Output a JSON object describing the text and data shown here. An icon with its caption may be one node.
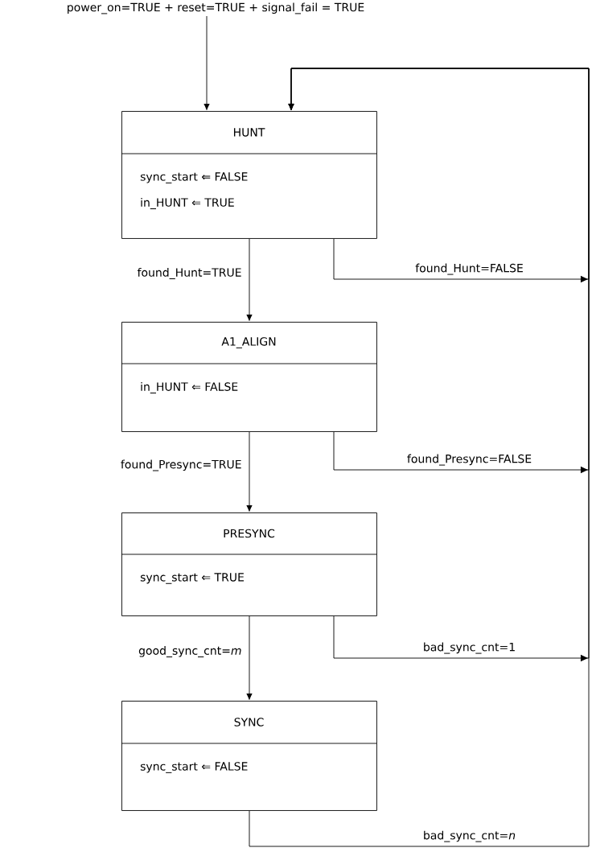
{
  "diagram": {
    "nodes": [
      {
        "text": [
          "HUNT",
          "sync_start ⇐ FALSE",
          "in_HUNT ⇐ TRUE"
        ]
      },
      {
        "text": [
          "A1_ALIGN",
          "in_HUNT ⇐ FALSE"
        ]
      },
      {
        "text": [
          "PRESYNC",
          "sync_start ⇐ TRUE"
        ]
      },
      {
        "text": [
          "SYNC",
          "sync_start ⇐ FALSE"
        ]
      }
    ],
    "edges": [
      {
        "from": null,
        "to": 0,
        "arrow": "to",
        "label": "power_on=TRUE + reset=TRUE + signal_fail = TRUE"
      },
      {
        "from": 0,
        "to": 1,
        "arrow": "to",
        "label": "found_Hunt=TRUE"
      },
      {
        "from": 0,
        "to": 0,
        "arrow": "to",
        "label": "found_Hunt=FALSE"
      },
      {
        "from": 1,
        "to": 2,
        "arrow": "to",
        "label": "found_Presync=TRUE"
      },
      {
        "from": 1,
        "to": 0,
        "arrow": "to",
        "label": "found_Presync=FALSE"
      },
      {
        "from": 2,
        "to": 3,
        "arrow": "to",
        "label": "good_sync_cnt=*m*"
      },
      {
        "from": 2,
        "to": 0,
        "arrow": "to",
        "label": "bad_sync_cnt=1"
      },
      {
        "from": 3,
        "to": 0,
        "arrow": "to",
        "label": "bad_sync_cnt=*n*"
      }
    ]
  }
}
